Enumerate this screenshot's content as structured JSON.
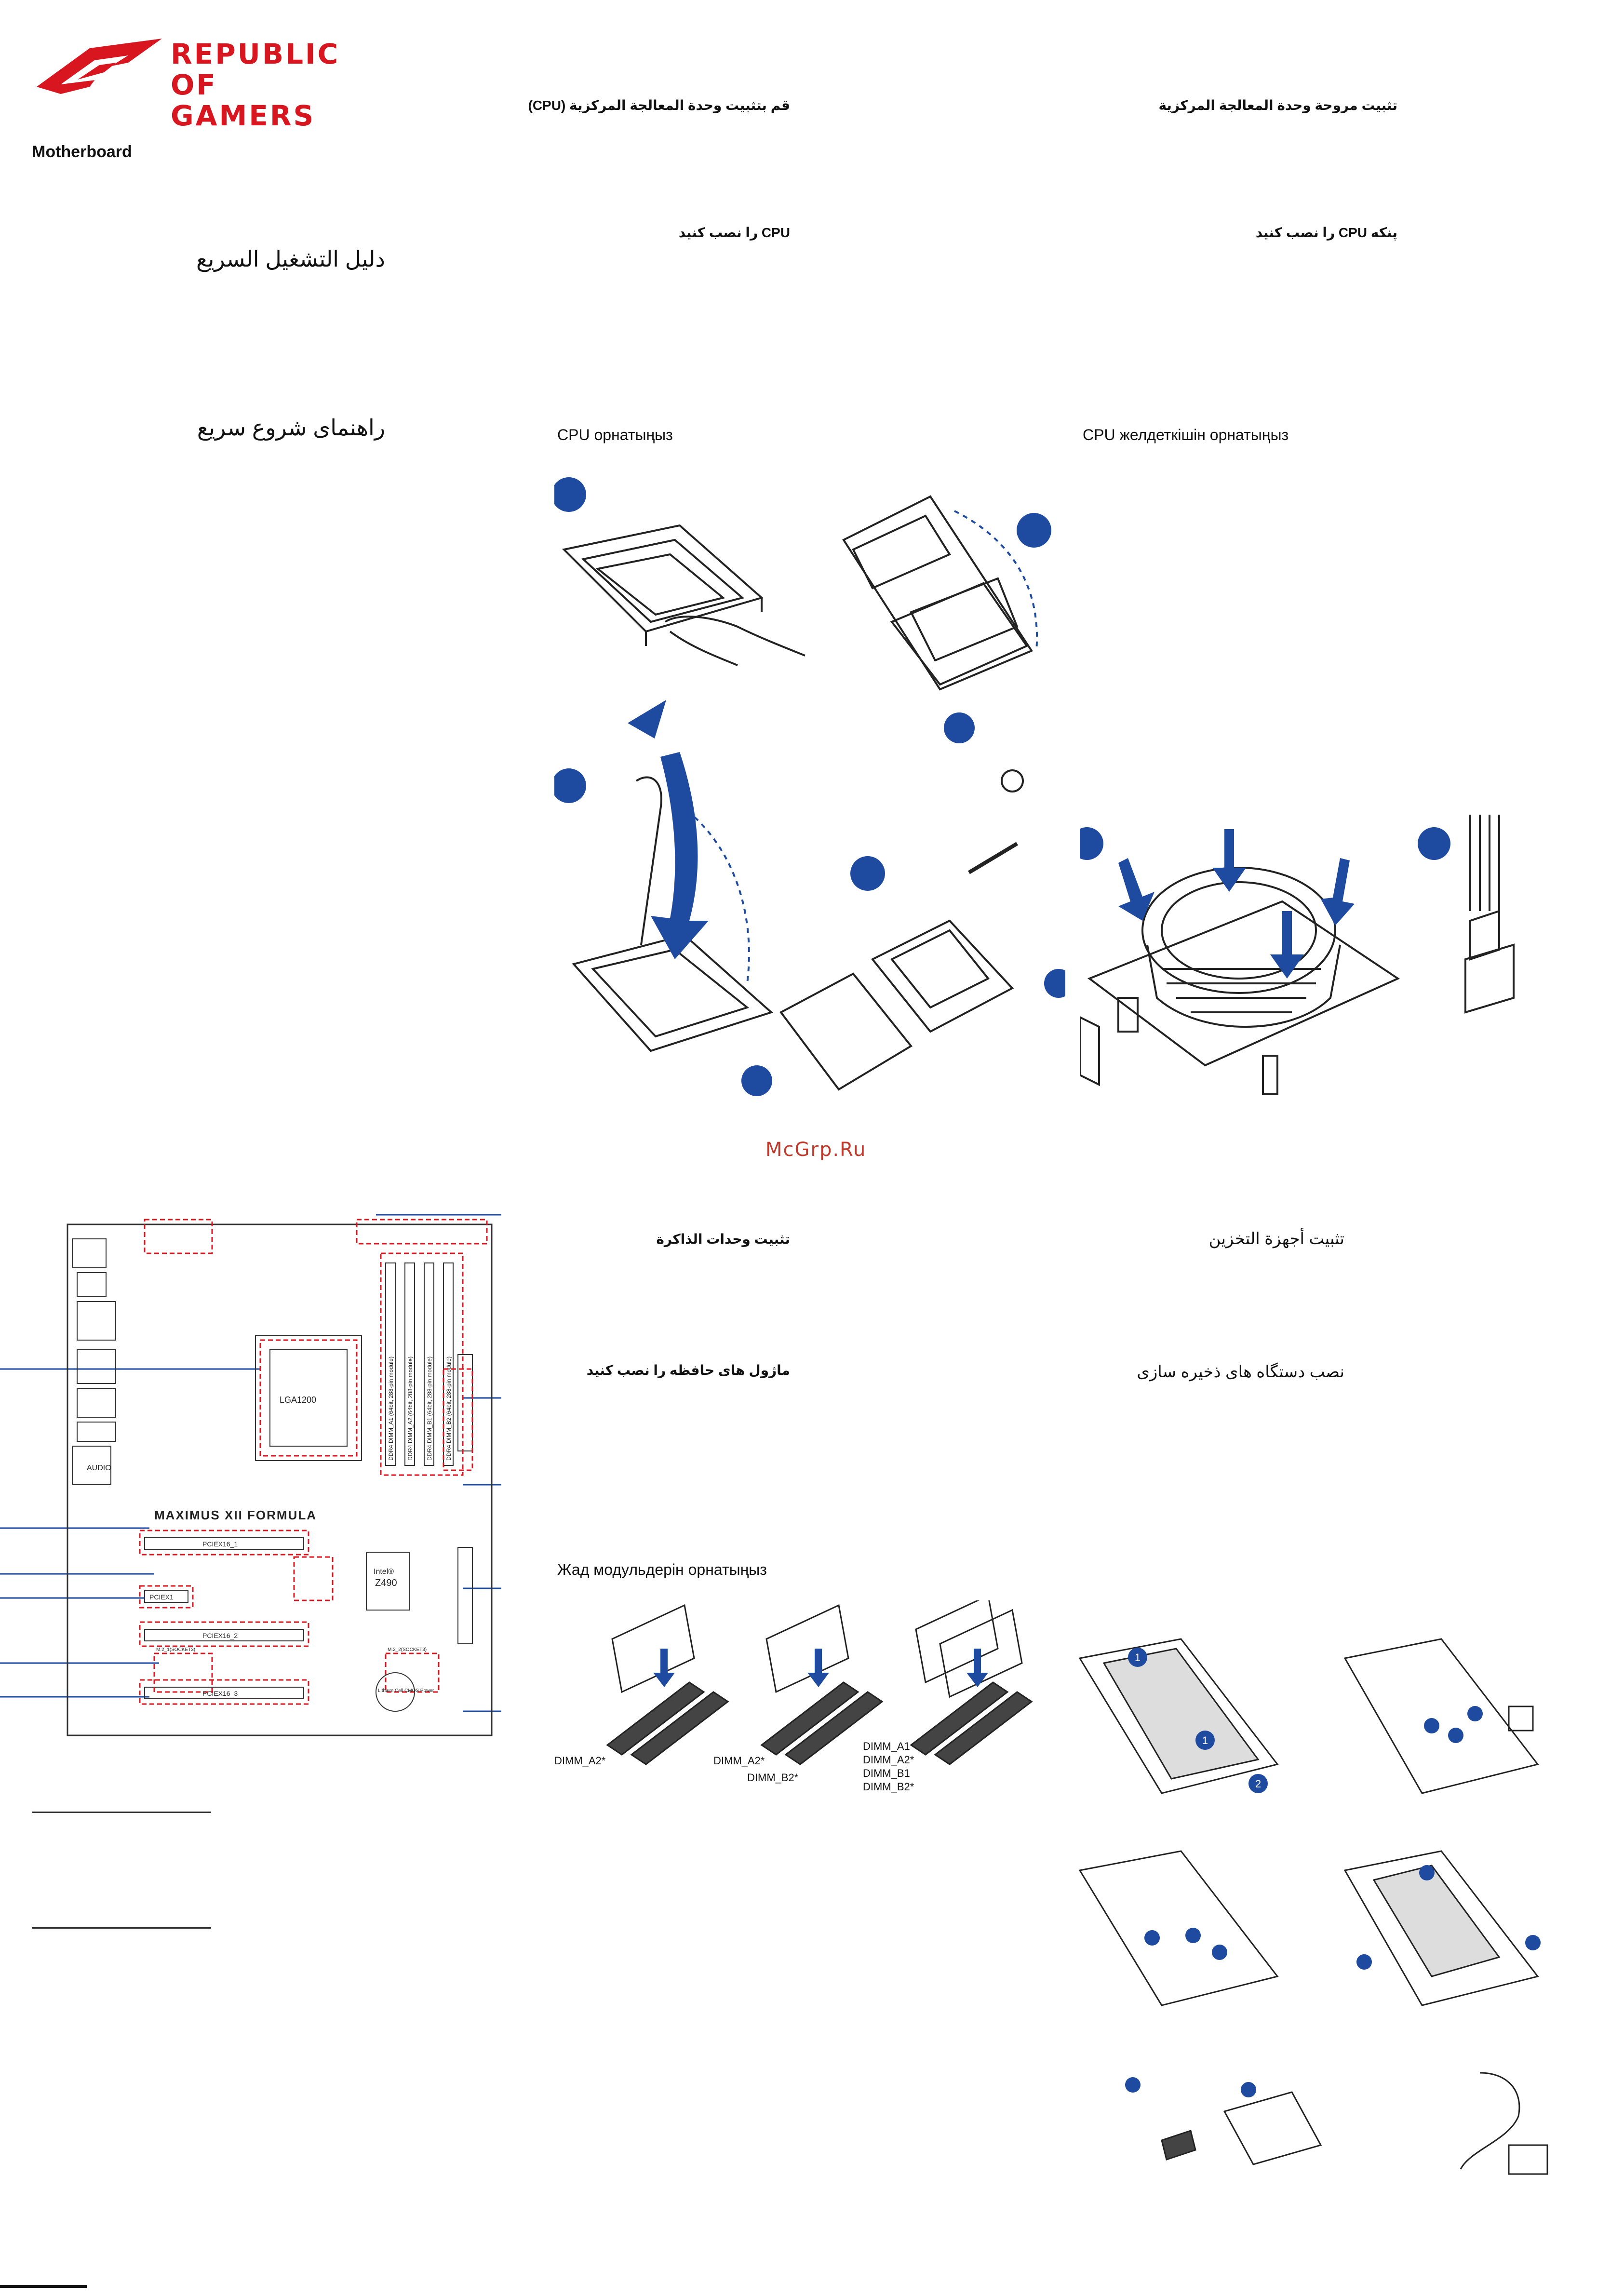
{
  "brand": {
    "line1": "REPUBLIC OF",
    "line2": "GAMERS",
    "accent": "#d8161f",
    "logo_icon": "rog-eye-icon"
  },
  "subtitle": "Motherboard",
  "guide_titles": {
    "arabic": "دليل التشغيل السريع",
    "persian": "راهنمای شروع سریع"
  },
  "sections": {
    "cpu_install": {
      "arabic": "قم بتثبيت وحدة المعالجة المركزية (CPU)",
      "persian": "CPU را نصب کنید",
      "kazakh": "CPU орнатыңыз"
    },
    "cpu_fan": {
      "arabic": "تثبيت مروحة وحدة المعالجة المركزية",
      "persian": "پنکه CPU را نصب کنید",
      "kazakh": "CPU желдеткішін орнатыңыз"
    },
    "memory": {
      "arabic": "تثبيت وحدات الذاكرة",
      "persian": "ماژول های حافظه را نصب کنید",
      "kazakh": "Жад модульдерін орнатыңыз"
    },
    "storage": {
      "arabic": "تثبيت أجهزة التخزين",
      "persian": "نصب دستگاه های ذخیره سازی"
    }
  },
  "board_labels": {
    "model": "MAXIMUS XII FORMULA",
    "socket": "LGA1200",
    "chipset_brand": "Intel®",
    "chipset": "Z490",
    "audio": "AUDIO",
    "pcie1": "PCIEX16_1",
    "pcie2": "PCIEX16_2",
    "pcie3": "PCIEX16_3",
    "pciex1": "PCIEX1",
    "m2_1": "M.2_1(SOCKET3)",
    "m2_2": "M.2_2(SOCKET3)",
    "dimm_a1": "DDR4 DIMM_A1 (64bit, 288-pin module)",
    "dimm_a2": "DDR4 DIMM_A2 (64bit, 288-pin module)",
    "dimm_b1": "DDR4 DIMM_B1 (64bit, 288-pin module)",
    "dimm_b2": "DDR4 DIMM_B2 (64bit, 288-pin module)",
    "battery": "Lithium Cell CMOS Power"
  },
  "memory_labels": {
    "one_a2": "DIMM_A2*",
    "two_a2": "DIMM_A2*",
    "two_b2": "DIMM_B2*",
    "four_a1": "DIMM_A1",
    "four_a2": "DIMM_A2*",
    "four_b1": "DIMM_B1",
    "four_b2": "DIMM_B2*"
  },
  "steps": {
    "s1": "1",
    "s2": "2"
  },
  "watermark": "McGrp.Ru",
  "colors": {
    "badge": "#1e4aa0",
    "red_highlight": "#d8161f",
    "line": "#333333"
  }
}
